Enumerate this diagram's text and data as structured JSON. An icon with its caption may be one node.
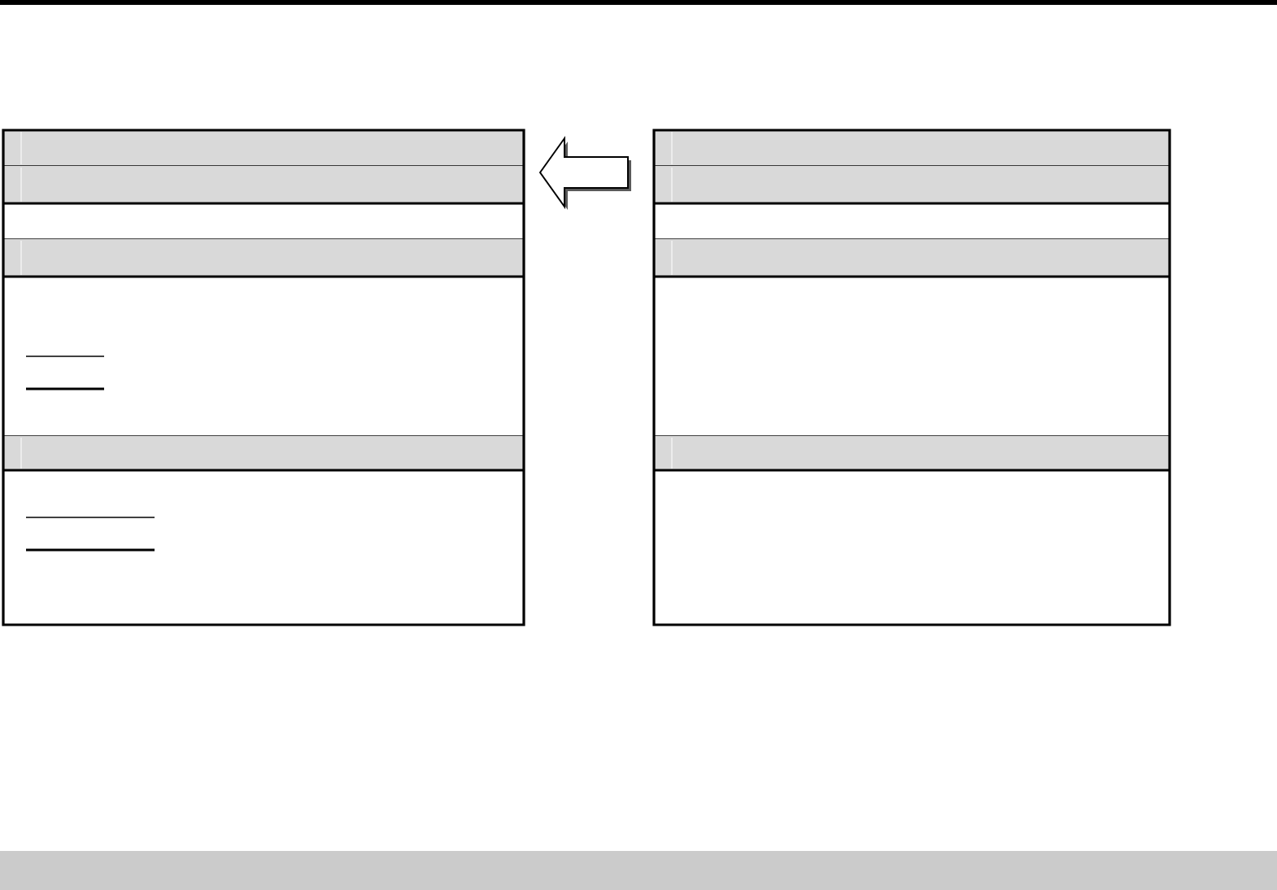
{
  "diagram": {
    "nodes": [
      {
        "text": [],
        "shape": "table"
      },
      {
        "text": [],
        "shape": "table"
      }
    ],
    "edges": [
      {
        "from": 1,
        "to": 0,
        "arrow": "to"
      }
    ]
  }
}
